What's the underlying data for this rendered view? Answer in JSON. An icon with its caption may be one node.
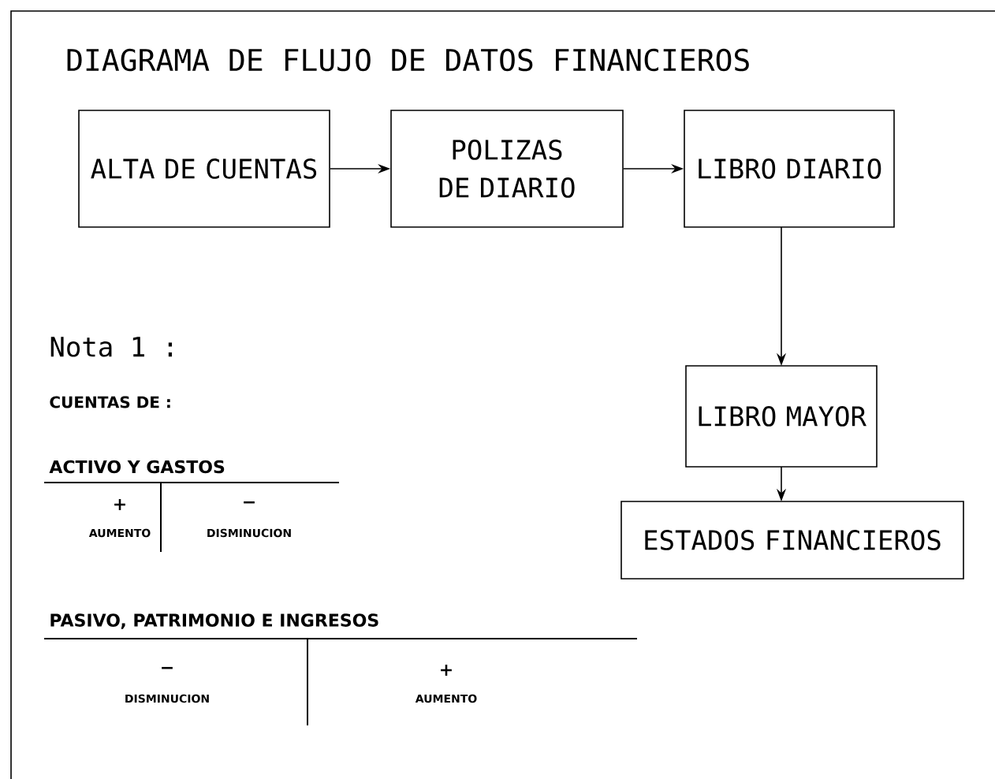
{
  "diagram": {
    "title": "DIAGRAMA DE FLUJO DE DATOS FINANCIEROS",
    "nodes": [
      {
        "text": [
          "ALTA DE CUENTAS"
        ]
      },
      {
        "text": [
          "POLIZAS DE DIARIO"
        ]
      },
      {
        "text": [
          "LIBRO DIARIO"
        ]
      },
      {
        "text": [
          "LIBRO MAYOR"
        ]
      },
      {
        "text": [
          "ESTADOS FINANCIEROS"
        ]
      }
    ],
    "edges": [
      {
        "from": 0,
        "to": 1,
        "arrow": "to"
      },
      {
        "from": 1,
        "to": 2,
        "arrow": "to"
      },
      {
        "from": 2,
        "to": 3,
        "arrow": "to"
      },
      {
        "from": 3,
        "to": 4,
        "arrow": "to"
      }
    ],
    "labels": [
      "Nota 1 :",
      "CUENTAS DE :",
      "ACTIVO Y GASTOS",
      "+",
      "AUMENTO",
      "−",
      "DISMINUCION",
      "PASIVO, PATRIMONIO E INGRESOS",
      "−",
      "DISMINUCION",
      "+",
      "AUMENTO"
    ]
  }
}
